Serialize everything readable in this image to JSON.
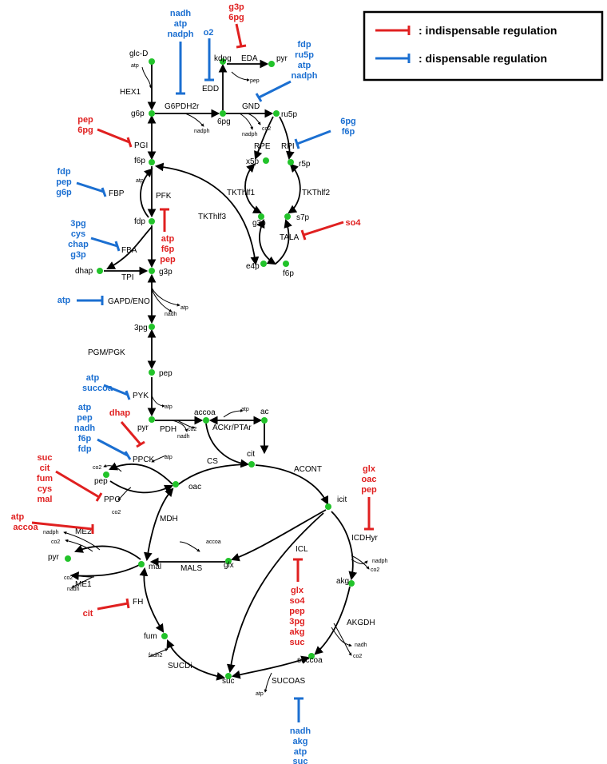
{
  "colors": {
    "indispensable": "#e02020",
    "dispensable": "#1b6fd1",
    "node": "#22c32a"
  },
  "legend": {
    "indispensable_label": ":  indispensable regulation",
    "dispensable_label": ":  dispensable regulation"
  },
  "metabolites": [
    {
      "id": "glc",
      "label": "glc-D"
    },
    {
      "id": "g6p",
      "label": "g6p"
    },
    {
      "id": "f6p",
      "label": "f6p"
    },
    {
      "id": "fdp",
      "label": "fdp"
    },
    {
      "id": "dhap",
      "label": "dhap"
    },
    {
      "id": "g3p",
      "label": "g3p"
    },
    {
      "id": "3pg",
      "label": "3pg"
    },
    {
      "id": "pep",
      "label": "pep"
    },
    {
      "id": "pyr",
      "label": "pyr"
    },
    {
      "id": "accoa",
      "label": "accoa"
    },
    {
      "id": "ac",
      "label": "ac"
    },
    {
      "id": "6pg",
      "label": "6pg"
    },
    {
      "id": "kdpg",
      "label": "kdpg"
    },
    {
      "id": "pyr_eda",
      "label": "pyr"
    },
    {
      "id": "ru5p",
      "label": "ru5p"
    },
    {
      "id": "x5p",
      "label": "x5p"
    },
    {
      "id": "r5p",
      "label": "r5p"
    },
    {
      "id": "g3p_pp",
      "label": "g3p"
    },
    {
      "id": "s7p",
      "label": "s7p"
    },
    {
      "id": "e4p",
      "label": "e4p"
    },
    {
      "id": "f6p_pp",
      "label": "f6p"
    },
    {
      "id": "cit",
      "label": "cit"
    },
    {
      "id": "icit",
      "label": "icit"
    },
    {
      "id": "akg",
      "label": "akg"
    },
    {
      "id": "succoa",
      "label": "succoa"
    },
    {
      "id": "suc",
      "label": "suc"
    },
    {
      "id": "fum",
      "label": "fum"
    },
    {
      "id": "mal",
      "label": "mal"
    },
    {
      "id": "oac",
      "label": "oac"
    },
    {
      "id": "glx",
      "label": "glx"
    },
    {
      "id": "pep_b",
      "label": "pep"
    },
    {
      "id": "pyr_b",
      "label": "pyr"
    }
  ],
  "reactions": {
    "hex1": "HEX1",
    "g6pdh2r": "G6PDH2r",
    "edd": "EDD",
    "eda": "EDA",
    "gnd": "GND",
    "pgi": "PGI",
    "rpe": "RPE",
    "rpi": "RPI",
    "pfk": "PFK",
    "fbp": "FBP",
    "tkt1": "TKThlf1",
    "tkt2": "TKThlf2",
    "tkt3": "TKThlf3",
    "fba": "FBA",
    "tala": "TALA",
    "tpi": "TPI",
    "gapd": "GAPD/ENO",
    "pgm": "PGM/PGK",
    "pyk": "PYK",
    "pdh": "PDH",
    "ackr": "ACKr/PTAr",
    "ppck": "PPCK",
    "cs": "CS",
    "acont": "ACONT",
    "ppc": "PPC",
    "mdh": "MDH",
    "icdhyr": "ICDHyr",
    "me2": "ME2",
    "icl": "ICL",
    "male": "MALS",
    "me1": "ME1",
    "fh": "FH",
    "akgdh": "AKGDH",
    "sucdi": "SUCDi",
    "sucoas": "SUCOAS"
  },
  "cofactors": {
    "atp": "atp",
    "nadph": "nadph",
    "nadh": "nadh",
    "co2": "co2",
    "pep": "pep",
    "accoa": "accoa",
    "fadh2": "fadh2"
  },
  "regulators": {
    "g6pdh": [
      "nadh",
      "atp",
      "nadph"
    ],
    "edd": [
      "o2"
    ],
    "eda": [
      "g3p",
      "6pg"
    ],
    "gnd": [
      "fdp",
      "ru5p",
      "atp",
      "nadph"
    ],
    "pgi": [
      "pep",
      "6pg"
    ],
    "rpi": [
      "6pg",
      "f6p"
    ],
    "fbp": [
      "fdp",
      "pep",
      "g6p"
    ],
    "pfk": [
      "atp",
      "f6p",
      "pep"
    ],
    "fba": [
      "3pg",
      "cys",
      "chap",
      "g3p"
    ],
    "tala": [
      "so4"
    ],
    "gapd": [
      "atp"
    ],
    "pyk": [
      "atp",
      "succoa"
    ],
    "ppck_blue": [
      "atp",
      "pep",
      "nadh",
      "f6p",
      "fdp"
    ],
    "ppck_red": [
      "dhap"
    ],
    "ppc": [
      "suc",
      "cit",
      "fum",
      "cys",
      "mal"
    ],
    "icdhyr": [
      "glx",
      "oac",
      "pep"
    ],
    "me2": [
      "atp",
      "accoa"
    ],
    "icl": [
      "glx",
      "so4",
      "pep",
      "3pg",
      "akg",
      "suc"
    ],
    "fh": [
      "cit"
    ],
    "sucoas": [
      "nadh",
      "akg",
      "atp",
      "suc"
    ]
  }
}
